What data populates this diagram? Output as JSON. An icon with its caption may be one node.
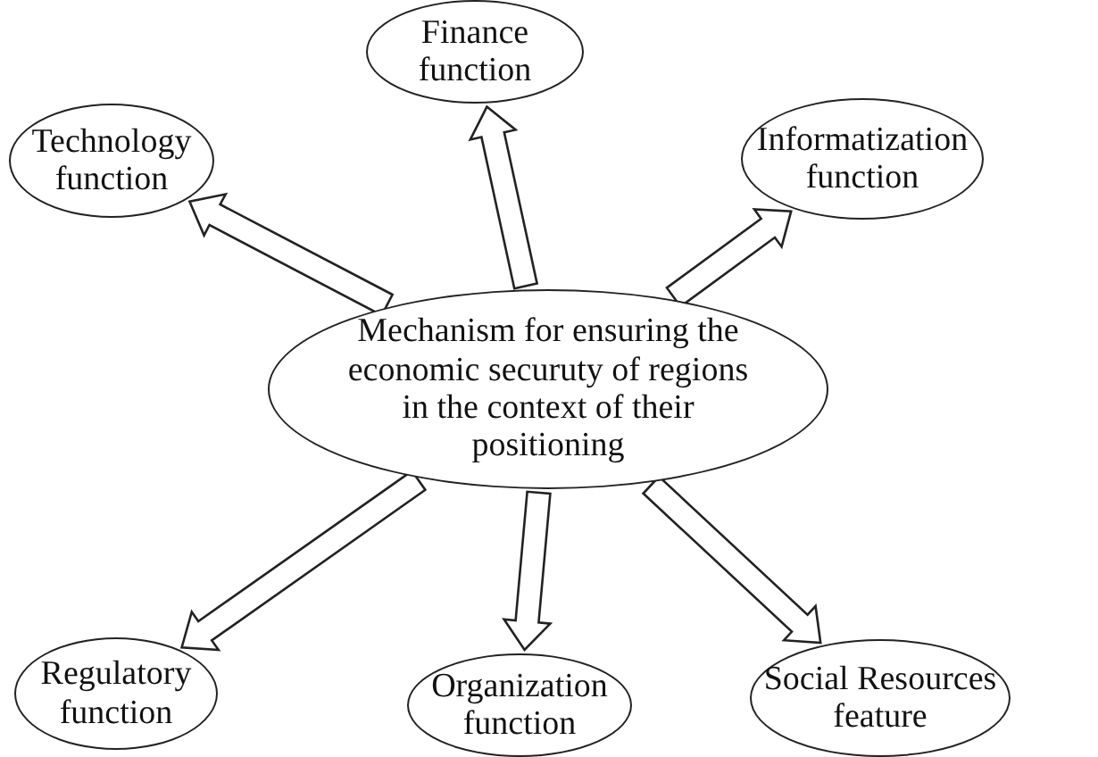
{
  "diagram": {
    "nodes": [
      {
        "text": [
          "Mechanism for ensuring the economic securuty of regions in the context of their positioning"
        ]
      },
      {
        "text": [
          "Technology function"
        ]
      },
      {
        "text": [
          "Finance function"
        ]
      },
      {
        "text": [
          "Informatization function"
        ]
      },
      {
        "text": [
          "Regulatory function"
        ]
      },
      {
        "text": [
          "Organization function"
        ]
      },
      {
        "text": [
          "Social Resources feature"
        ]
      }
    ],
    "edges": [
      {
        "from": 0,
        "to": 1,
        "arrow": "to"
      },
      {
        "from": 0,
        "to": 2,
        "arrow": "to"
      },
      {
        "from": 0,
        "to": 3,
        "arrow": "to"
      },
      {
        "from": 0,
        "to": 4,
        "arrow": "to"
      },
      {
        "from": 0,
        "to": 5,
        "arrow": "to"
      },
      {
        "from": 0,
        "to": 6,
        "arrow": "to"
      }
    ]
  }
}
